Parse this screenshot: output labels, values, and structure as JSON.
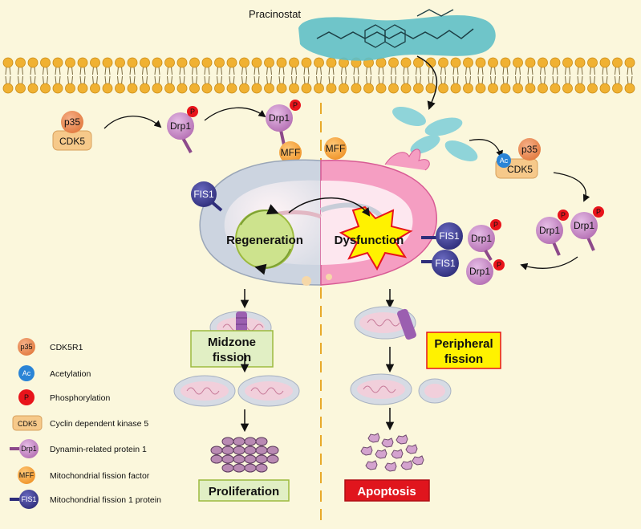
{
  "drug": {
    "name": "Pracinostat"
  },
  "molecules": {
    "p35": "p35",
    "cdk5": "CDK5",
    "drp1": "Drp1",
    "p": "P",
    "mff": "MFF",
    "fis1": "FIS1",
    "ac": "Ac"
  },
  "states": {
    "regeneration": "Regeneration",
    "dysfunction": "Dysfunction",
    "midzone_line1": "Midzone",
    "midzone_line2": "fission",
    "peripheral_line1": "Peripheral",
    "peripheral_line2": "fission",
    "proliferation": "Proliferation",
    "apoptosis": "Apoptosis"
  },
  "legend": [
    {
      "icon": "p35",
      "text": "CDK5R1"
    },
    {
      "icon": "Ac",
      "text": "Acetylation"
    },
    {
      "icon": "P",
      "text": "Phosphorylation"
    },
    {
      "icon": "CDK5",
      "text": "Cyclin dependent kinase 5"
    },
    {
      "icon": "Drp1",
      "text": "Dynamin-related protein 1"
    },
    {
      "icon": "MFF",
      "text": "Mitochondrial fission factor"
    },
    {
      "icon": "FIS1",
      "text": "Mitochondrial fission 1 protein"
    }
  ],
  "colors": {
    "background": "#fbf7dc",
    "drp1": "#c58ac4",
    "phospho": "#e8141b",
    "acetyl": "#2a84d6",
    "cdk5": "#f6c98a",
    "p35": "#ee8c54",
    "mff": "#f4a43a",
    "fis1": "#3d3c93",
    "membrane": "#f0b132",
    "drug": "#5fbfc6",
    "midzone_box": "#e1efc4",
    "peripheral_box": "#fff200",
    "apoptosis_box": "#e0151d"
  }
}
